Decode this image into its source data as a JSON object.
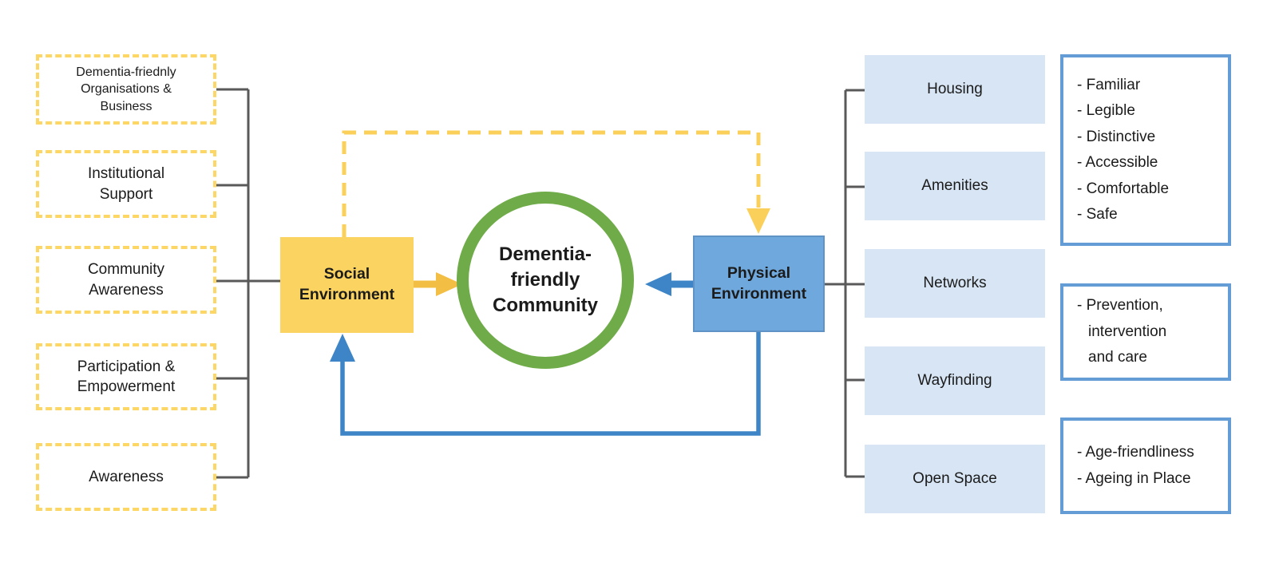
{
  "diagram": {
    "center": {
      "social_label": "Social\nEnvironment",
      "circle_label": "Dementia-\nfriendly\nCommunity",
      "physical_label": "Physical\nEnvironment"
    },
    "social_factors": [
      {
        "label": "Dementia-friednly\nOrganisations &\nBusiness"
      },
      {
        "label": "Institutional\nSupport"
      },
      {
        "label": "Community\nAwareness"
      },
      {
        "label": "Participation &\nEmpowerment"
      },
      {
        "label": "Awareness"
      }
    ],
    "physical_factors": [
      {
        "label": "Housing"
      },
      {
        "label": "Amenities"
      },
      {
        "label": "Networks"
      },
      {
        "label": "Wayfinding"
      },
      {
        "label": "Open Space"
      }
    ],
    "quality_boxes": {
      "design_principles": [
        "- Familiar",
        "- Legible",
        "- Distinctive",
        "- Accessible",
        "- Comfortable",
        "- Safe"
      ],
      "care_lines": [
        "- Prevention,",
        "intervention",
        "and care"
      ],
      "ageing_lines": [
        "- Age-friendliness",
        "- Ageing in Place"
      ]
    },
    "colors": {
      "yellow_box_fill": "#FAD360",
      "yellow_dashed_border": "#FCD765",
      "yellow_arrow": "#F2BE43",
      "yellow_dashed_arrow": "#FAD05A",
      "blue_box_fill": "#6FA8DC",
      "blue_arrow": "#3D85C6",
      "light_blue_fill": "#D7E5F4",
      "outlined_box_border": "#649CD6",
      "green_ring": "#6FAC49",
      "gray_connector": "#595959"
    }
  }
}
